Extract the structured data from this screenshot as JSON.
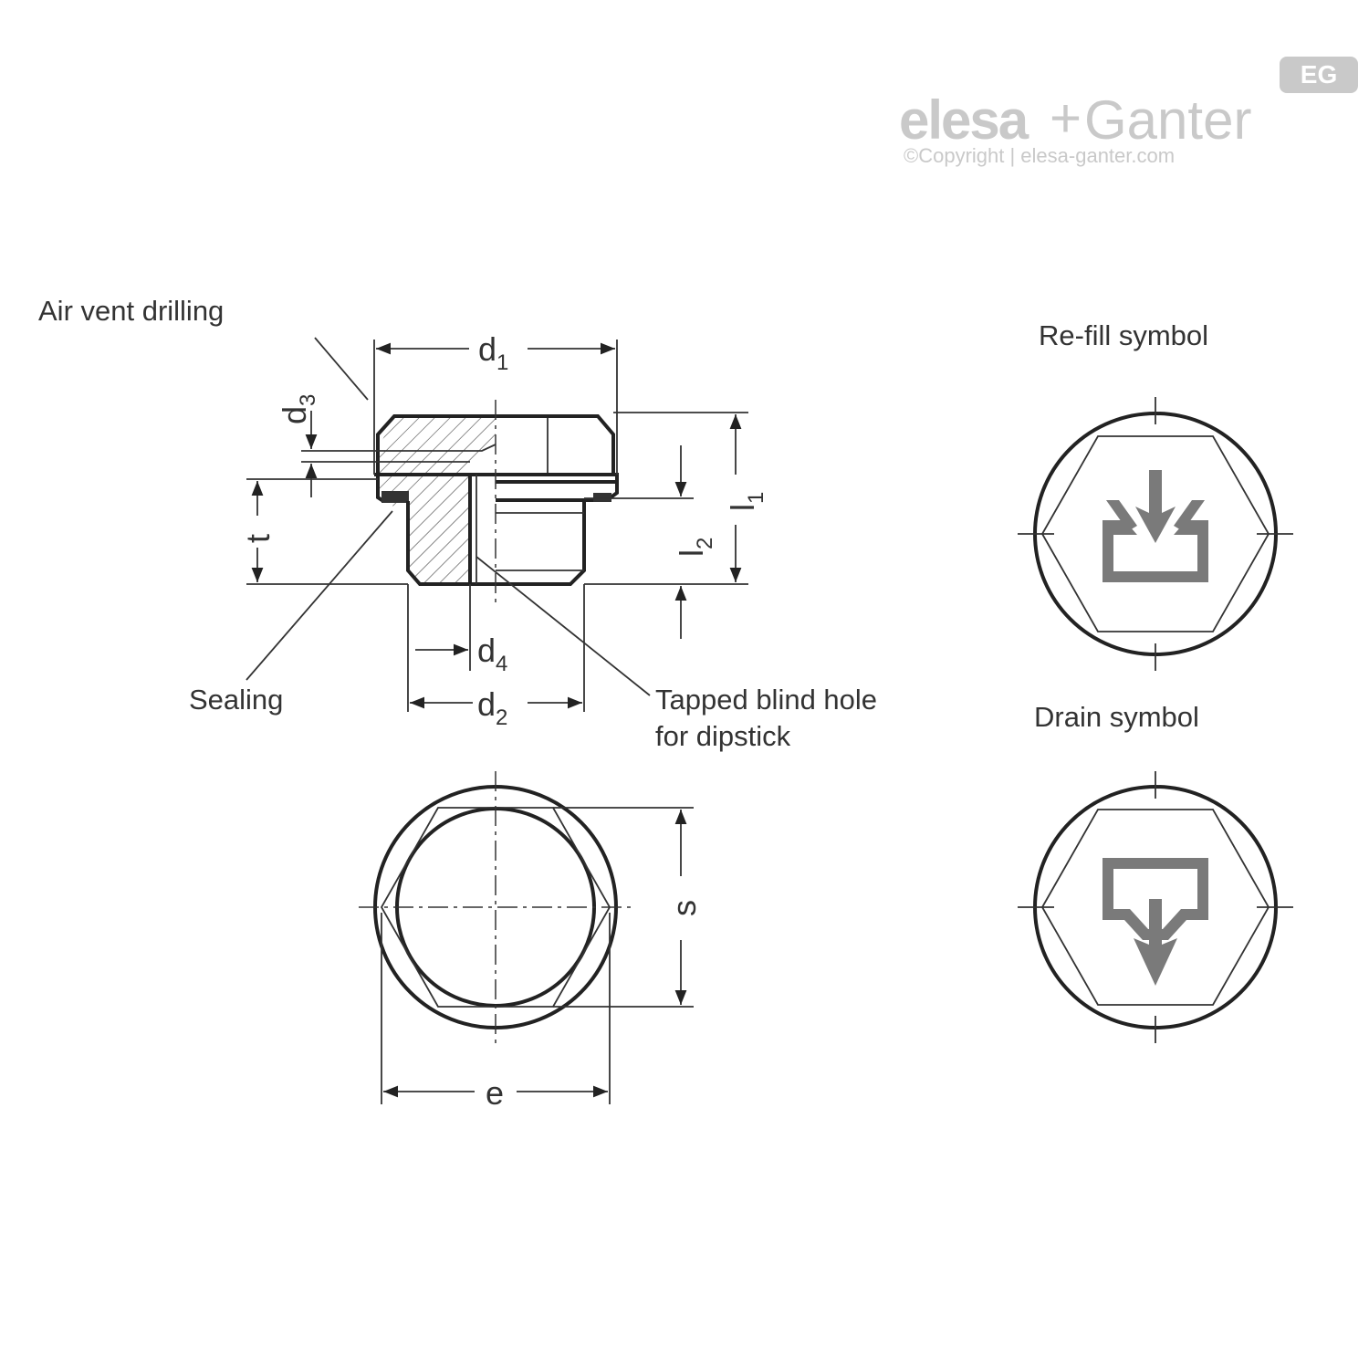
{
  "logo": {
    "brand_left": "elesa",
    "brand_plus": "+",
    "brand_right": "Ganter",
    "badge": "EG",
    "copyright": "©Copyright | elesa-ganter.com"
  },
  "labels": {
    "air_vent": "Air vent drilling",
    "sealing": "Sealing",
    "tapped_hole_line1": "Tapped blind hole",
    "tapped_hole_line2": "for dipstick",
    "refill": "Re-fill symbol",
    "drain": "Drain symbol"
  },
  "dimensions": {
    "d1": {
      "base": "d",
      "sub": "1"
    },
    "d2": {
      "base": "d",
      "sub": "2"
    },
    "d3": {
      "base": "d",
      "sub": "3"
    },
    "d4": {
      "base": "d",
      "sub": "4"
    },
    "l1": {
      "base": "l",
      "sub": "1"
    },
    "l2": {
      "base": "l",
      "sub": "2"
    },
    "t": "t",
    "s": "s",
    "e": "e"
  },
  "colors": {
    "line": "#222222",
    "symbol_gray": "#7a7a7a",
    "logo_gray": "#c9c9c9"
  }
}
